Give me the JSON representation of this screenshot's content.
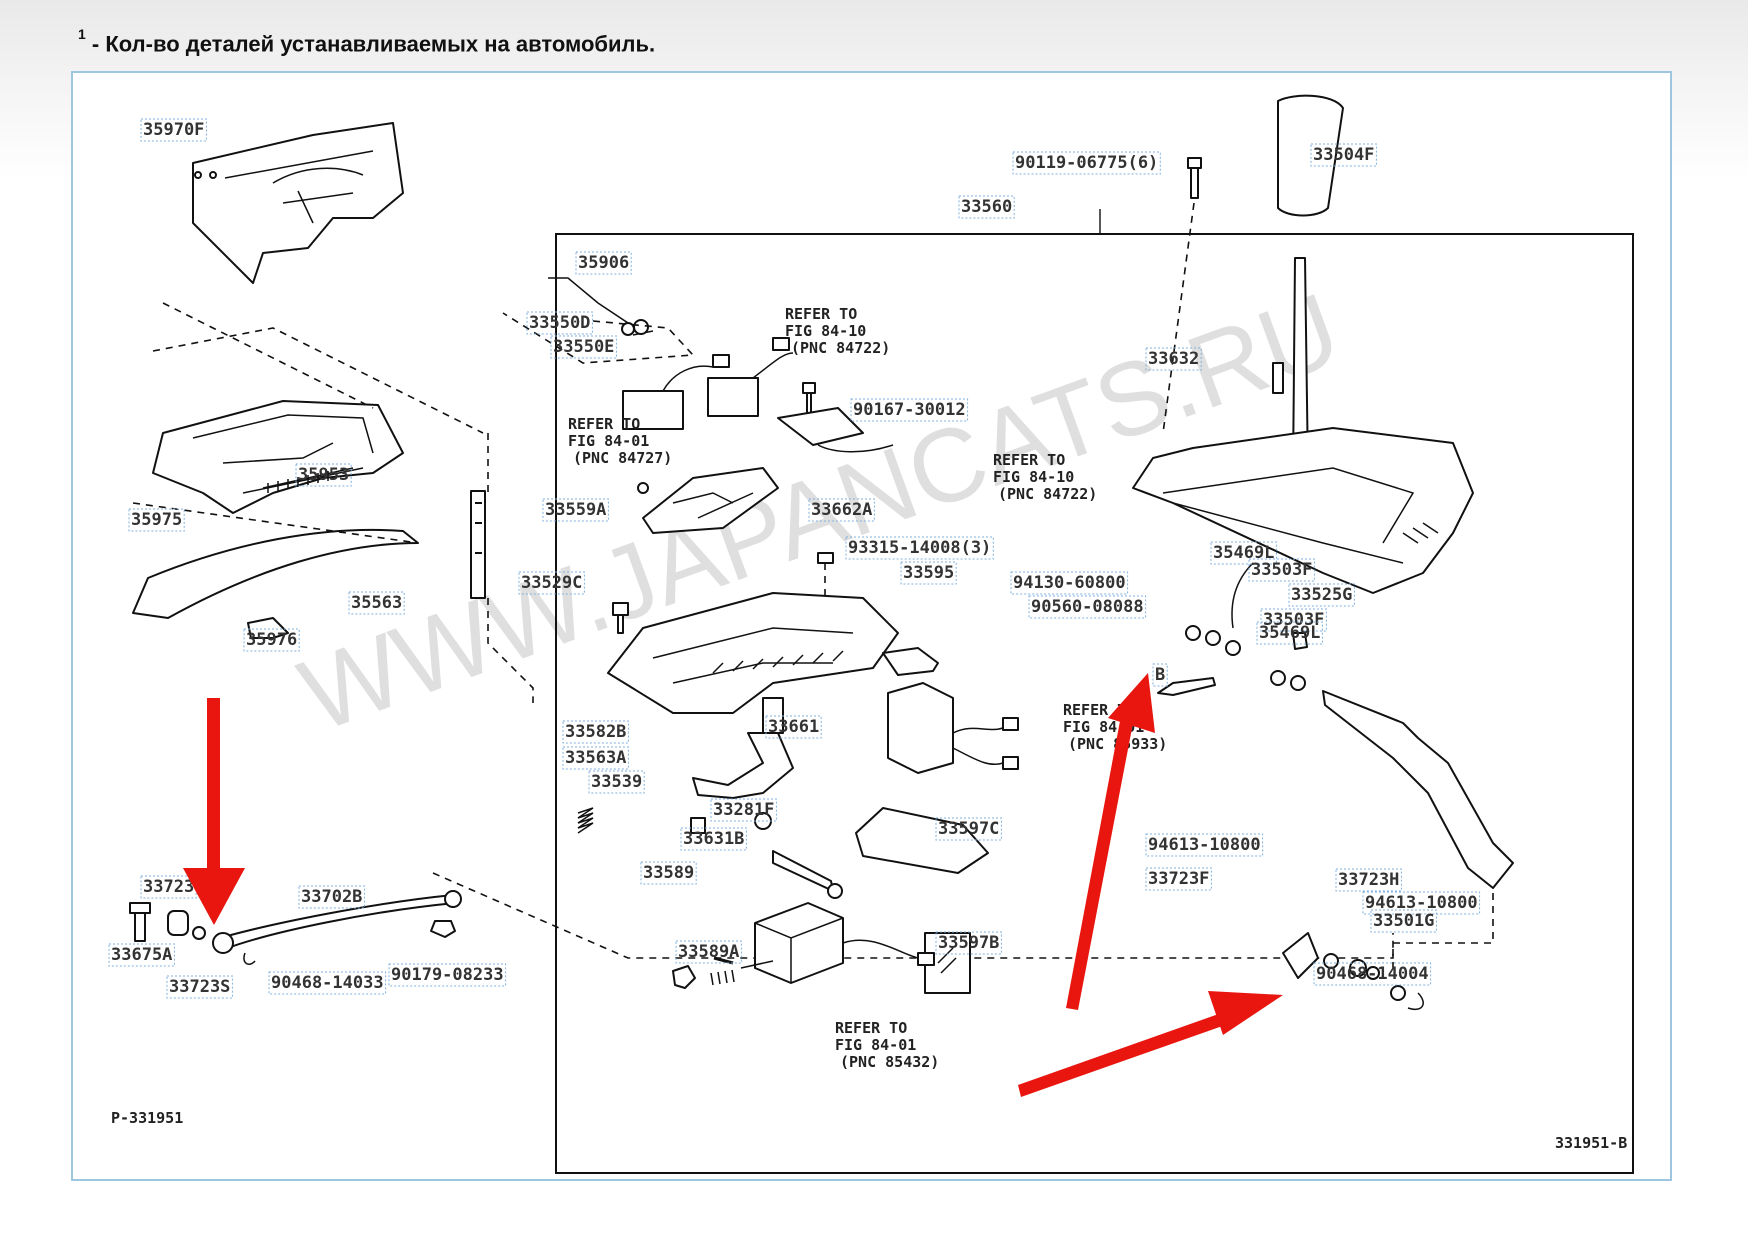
{
  "note": {
    "sup": "1",
    "text": " - Кол-во деталей устанавливаемых на автомобиль."
  },
  "watermark": "WWW.JAPANCATS.RU",
  "page_code_left": "P-331951",
  "page_code_right": "331951-B",
  "refer_notes": [
    [
      "REFER TO",
      "FIG 84-10",
      "(PNC 84722)"
    ],
    [
      "REFER TO",
      "FIG 84-01",
      "(PNC 84727)"
    ],
    [
      "REFER TO",
      "FIG 84-10",
      "(PNC 84722)"
    ],
    [
      "REFER TO",
      "FIG 84-01",
      "(PNC 85933)"
    ],
    [
      "REFER TO",
      "FIG 84-01",
      "(PNC 85432)"
    ]
  ],
  "parts": [
    "35970F",
    "35953",
    "35975",
    "35976",
    "35563",
    "35906",
    "33550D",
    "33550E",
    "90167-30012",
    "33559A",
    "33662A",
    "93315-14008(3)",
    "33529C",
    "33595",
    "33661",
    "33582B",
    "33563A",
    "33539",
    "33281F",
    "33631B",
    "33589",
    "33589A",
    "33597C",
    "33597B",
    "90119-06775(6)",
    "33560",
    "33504F",
    "33632",
    "35469L",
    "33503F",
    "94130-60800",
    "90560-08088",
    "33525G",
    "33503F",
    "35469L",
    "B",
    "94613-10800",
    "33723F",
    "33723H",
    "94613-10800",
    "33501G",
    "90468-14004",
    "33723",
    "33702B",
    "33675A",
    "33723S",
    "90468-14033",
    "90179-08233"
  ],
  "accent_colors": {
    "frame_border": "#9dc7e0",
    "callout_border": "#7fb1e0",
    "arrow": "#e8160f"
  }
}
